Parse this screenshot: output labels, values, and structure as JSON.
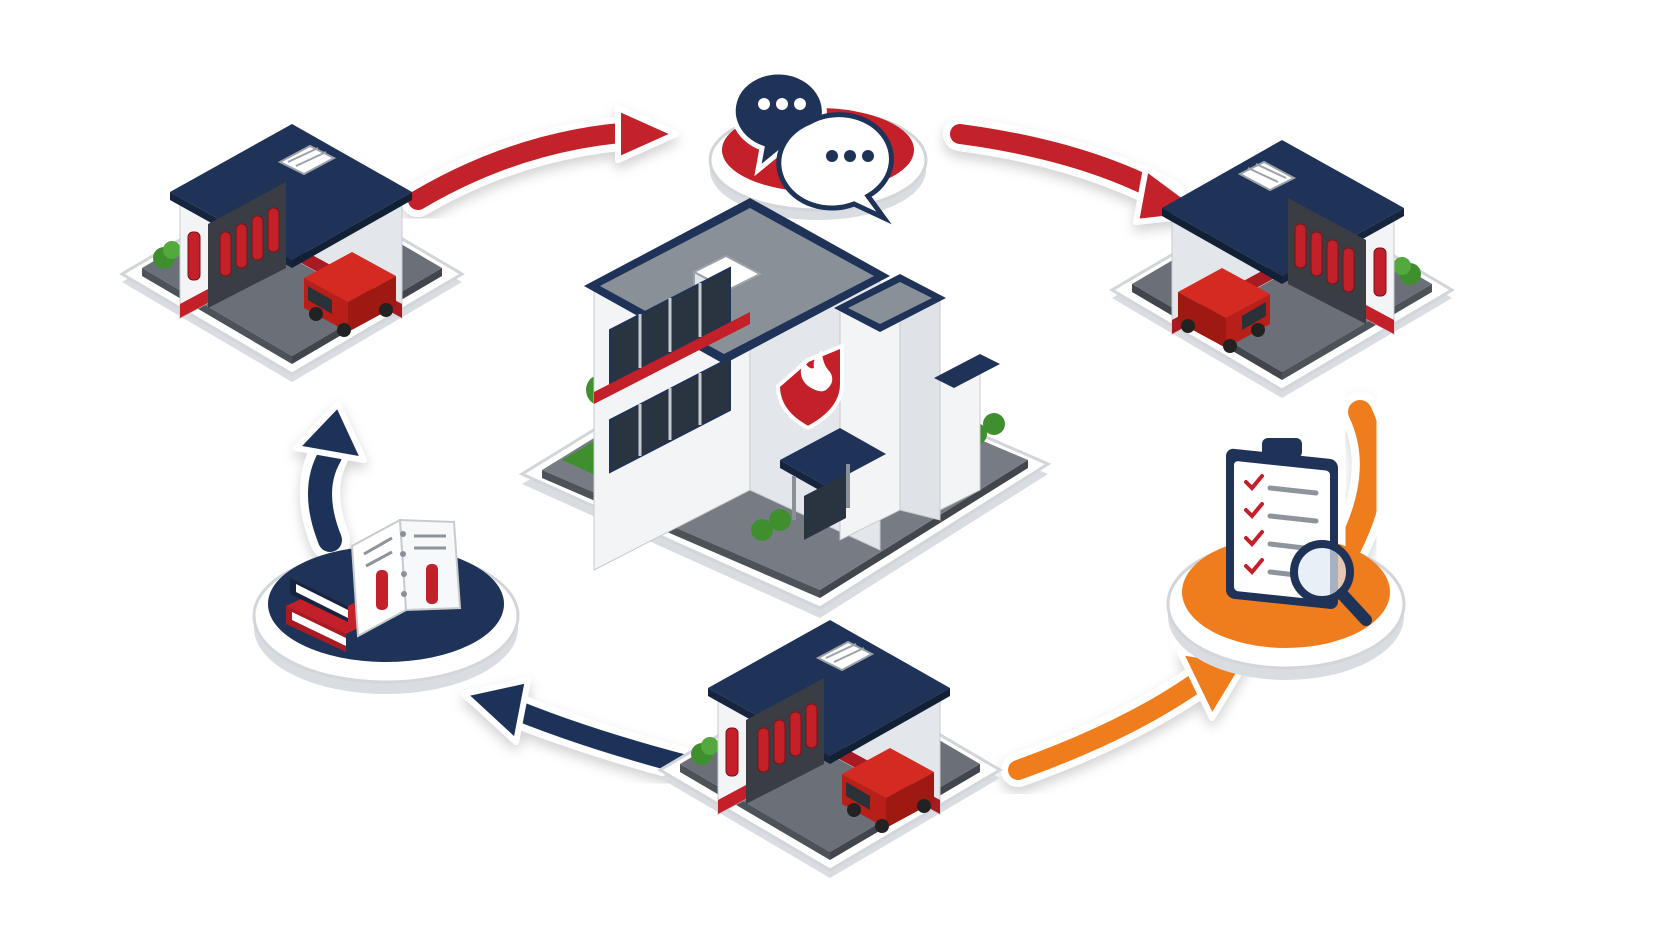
{
  "colors": {
    "navy": "#1f3358",
    "red": "#c3202a",
    "orange": "#ef7d1e",
    "white": "#ffffff",
    "light_gray": "#e9ebee",
    "gray": "#8e949c",
    "dark_gray": "#555b63",
    "green": "#3f8f2f"
  },
  "nodes": [
    {
      "id": "central-fire-service-headquarters",
      "icon": "office-building-shield-flame-icon"
    },
    {
      "id": "service-depot-top-left",
      "icon": "garage-extinguishers-red-van-icon"
    },
    {
      "id": "service-depot-top-right",
      "icon": "garage-extinguishers-red-van-icon"
    },
    {
      "id": "service-depot-bottom",
      "icon": "garage-extinguishers-red-van-icon"
    },
    {
      "id": "communication-step",
      "icon": "chat-bubbles-icon"
    },
    {
      "id": "inspection-step",
      "icon": "clipboard-checklist-magnifier-icon"
    },
    {
      "id": "training-manuals-step",
      "icon": "books-extinguisher-manual-icon"
    }
  ],
  "flow": [
    {
      "from": "service-depot-top-left",
      "to": "communication-step",
      "color": "red"
    },
    {
      "from": "communication-step",
      "to": "service-depot-top-right",
      "color": "red"
    },
    {
      "from": "service-depot-top-right",
      "to": "inspection-step",
      "color": "orange"
    },
    {
      "from": "service-depot-bottom",
      "to": "inspection-step",
      "color": "orange"
    },
    {
      "from": "service-depot-bottom",
      "to": "training-manuals-step",
      "color": "navy"
    },
    {
      "from": "training-manuals-step",
      "to": "service-depot-top-left",
      "color": "navy"
    }
  ]
}
